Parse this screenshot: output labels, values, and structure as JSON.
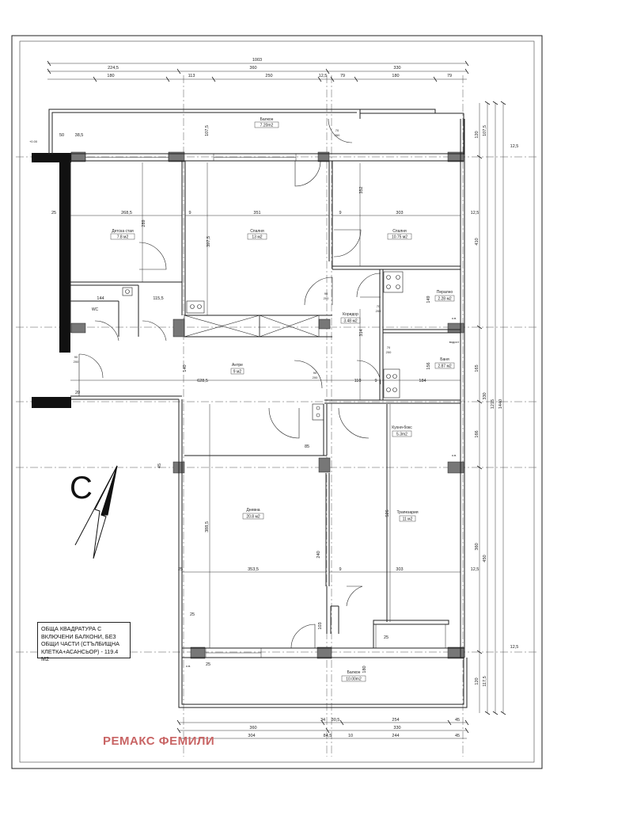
{
  "rooms": {
    "balcony_top": {
      "name": "Балкон",
      "area": "7.20m2"
    },
    "kids_room": {
      "name": "Детска стая",
      "area": "7.8 м2"
    },
    "bedroom_mid": {
      "name": "Спалня",
      "area": "13 м2"
    },
    "bedroom_right": {
      "name": "Спалня",
      "area": "10.75 м2"
    },
    "laundry": {
      "name": "Перално",
      "area": "2.28 м2"
    },
    "corridor": {
      "name": "Коридор",
      "area": "3.48 м2"
    },
    "bathroom": {
      "name": "Баня",
      "area": "2.87 м2"
    },
    "hall": {
      "name": "Антре",
      "area": "9 м2"
    },
    "kitchen": {
      "name": "Кухня-бокс",
      "area": "5.3m2"
    },
    "living": {
      "name": "Дневна",
      "area": "20.8 м2"
    },
    "dining": {
      "name": "Трапезария",
      "area": "11 м2"
    },
    "balcony_bottom": {
      "name": "Балкон",
      "area": "10.00m2"
    },
    "wc": {
      "name": "WC"
    }
  },
  "dimensions_top": {
    "overall": "1003",
    "row2": [
      "224,5",
      "360",
      "330"
    ],
    "row3": [
      "180",
      "113",
      "250",
      "12,5",
      "79",
      "180",
      "79"
    ]
  },
  "dimensions_bottom": {
    "row1": [
      "34",
      "30,5",
      "254",
      "45"
    ],
    "row2": [
      "360",
      "330"
    ],
    "row3": [
      "304",
      "84,5",
      "10",
      "244",
      "45"
    ]
  },
  "dimensions_right": [
    "120",
    "107,5",
    "12,5",
    "410",
    "165",
    "330",
    "1215",
    "1440",
    "166",
    "360",
    "450",
    "12,5",
    "120",
    "117,5"
  ],
  "dimensions_inner": {
    "kids_w": "268,5",
    "kids_h": "289",
    "bed_w": "351",
    "bed_h": "397,5",
    "bedr_w": "303",
    "left_25": "25",
    "hall_w": "628,5",
    "hall_h": "140",
    "corr_h": "314",
    "bath_w": "184",
    "liv_w": "353,5",
    "liv_h": "388,5",
    "din_w": "303",
    "din_h": "526",
    "d85": "85",
    "d110": "110",
    "d149": "149",
    "d156": "156",
    "d144": "144",
    "d115": "115,5",
    "d240": "240",
    "d352": "352",
    "d9": "9",
    "d12": "12,5",
    "d50": "50",
    "d38": "38,5",
    "d107": "107,5",
    "d45": "45",
    "d25": "25",
    "d180": "180",
    "d103": "103",
    "d20": "20"
  },
  "door_labels": {
    "d70_200": "70",
    "d90_200": "90",
    "d200": "200",
    "d260": "260"
  },
  "markers": {
    "vent": "водост",
    "ob": "о.в.",
    "elevation": "+0.00"
  },
  "note": "ОБЩА КВАДРАТУРА С ВКЛЮЧЕНИ БАЛКОНИ, БЕЗ ОБЩИ ЧАСТИ (СТЪЛБИЩНА КЛЕТКА+АСАНСЬОР) - 119.4 М2",
  "north": {
    "letter": "С"
  },
  "brand": "РЕМАКС ФЕМИЛИ",
  "colors": {
    "line": "#222222",
    "wall": "#111111",
    "brand": "#c86464"
  }
}
